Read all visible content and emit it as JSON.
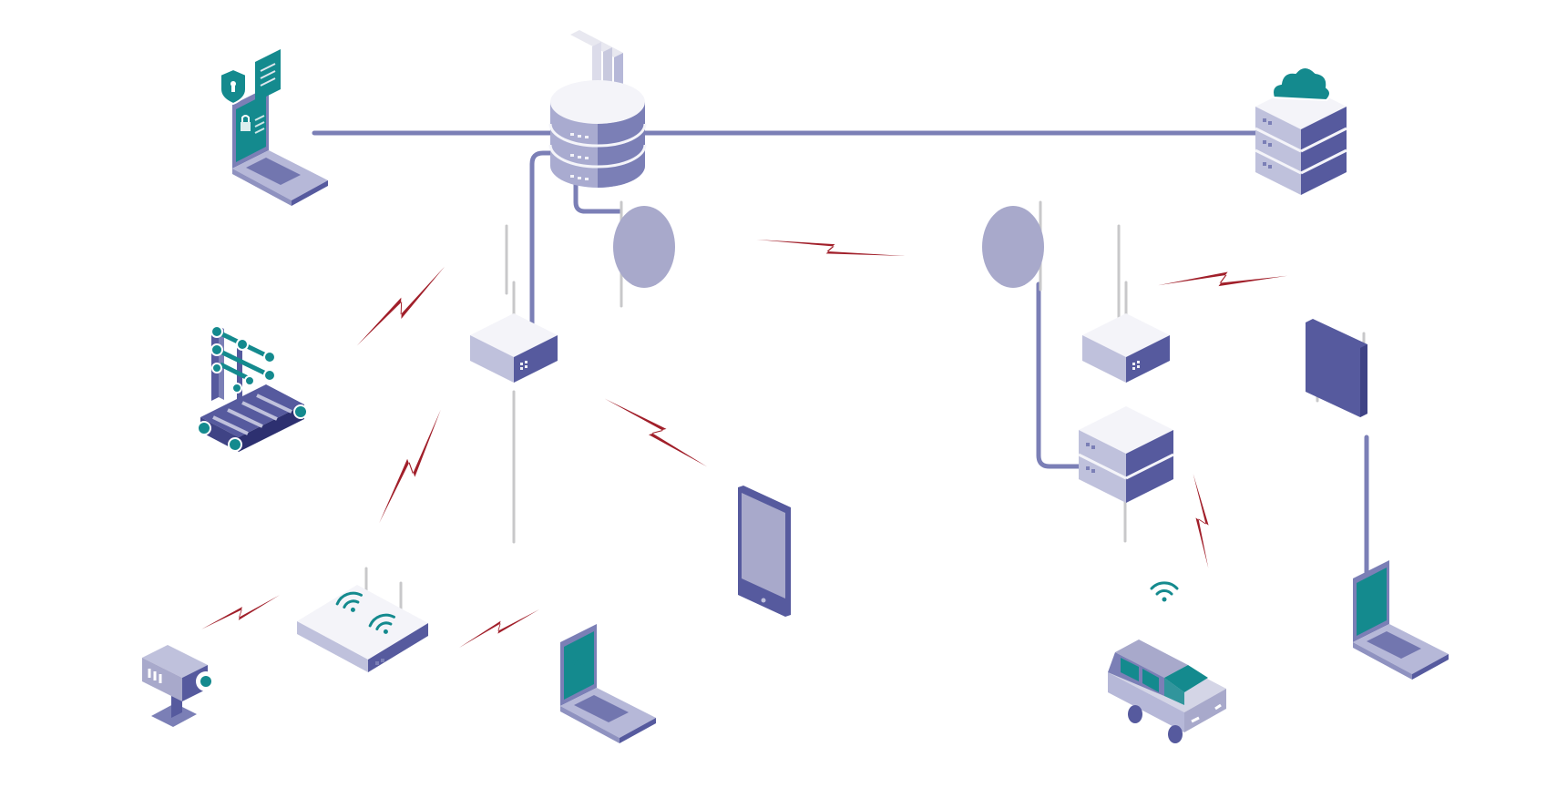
{
  "colors": {
    "background": "#ffffff",
    "link": "#7b7fb6",
    "antenna": "#c8c8ca",
    "wireless": "#a11f2a",
    "accent": "#148a8e",
    "device_top": "#f4f4f9",
    "device_left": "#bfc1dc",
    "device_right": "#565a9e",
    "tower_fill": "#a8a9cb"
  },
  "devices": [
    {
      "id": "secure-laptop",
      "kind": "laptop",
      "icon": "shield-lock-icon"
    },
    {
      "id": "core-database",
      "kind": "database-server",
      "icon": "database-icon"
    },
    {
      "id": "cloud-server",
      "kind": "server-stack",
      "icon": "cloud-icon"
    },
    {
      "id": "robotic-arm",
      "kind": "industrial-robot",
      "icon": "robot-arm-icon"
    },
    {
      "id": "access-point-left",
      "kind": "access-point",
      "icon": "access-point-icon"
    },
    {
      "id": "wifi-router",
      "kind": "router",
      "icon": "wifi-icon"
    },
    {
      "id": "security-camera",
      "kind": "camera",
      "icon": "camera-icon"
    },
    {
      "id": "laptop-left",
      "kind": "laptop",
      "icon": "wifi-icon"
    },
    {
      "id": "tablet",
      "kind": "tablet",
      "icon": "tablet-icon"
    },
    {
      "id": "tower-left",
      "kind": "radio-tower",
      "icon": "tower-icon"
    },
    {
      "id": "tower-right",
      "kind": "radio-tower",
      "icon": "tower-icon"
    },
    {
      "id": "access-point-right",
      "kind": "access-point",
      "icon": "access-point-icon"
    },
    {
      "id": "edge-server",
      "kind": "server",
      "icon": "server-icon"
    },
    {
      "id": "wall-antenna",
      "kind": "panel-antenna",
      "icon": "antenna-panel-icon"
    },
    {
      "id": "connected-car",
      "kind": "vehicle",
      "icon": "car-icon"
    },
    {
      "id": "laptop-right",
      "kind": "laptop",
      "icon": "wifi-icon"
    }
  ],
  "wired_links": [
    {
      "from": "secure-laptop",
      "to": "core-database"
    },
    {
      "from": "core-database",
      "to": "cloud-server"
    },
    {
      "from": "core-database",
      "to": "access-point-left"
    },
    {
      "from": "core-database",
      "to": "tower-left"
    },
    {
      "from": "tower-right",
      "to": "edge-server"
    },
    {
      "from": "wall-antenna",
      "to": "laptop-right"
    }
  ],
  "wireless_links": [
    {
      "from": "access-point-left",
      "to": "robotic-arm"
    },
    {
      "from": "access-point-left",
      "to": "wifi-router"
    },
    {
      "from": "access-point-left",
      "to": "tablet"
    },
    {
      "from": "tower-left",
      "to": "tower-right"
    },
    {
      "from": "tower-right",
      "to": "wall-antenna"
    },
    {
      "from": "edge-server",
      "to": "connected-car"
    },
    {
      "from": "wifi-router",
      "to": "security-camera"
    },
    {
      "from": "wifi-router",
      "to": "laptop-left"
    }
  ]
}
